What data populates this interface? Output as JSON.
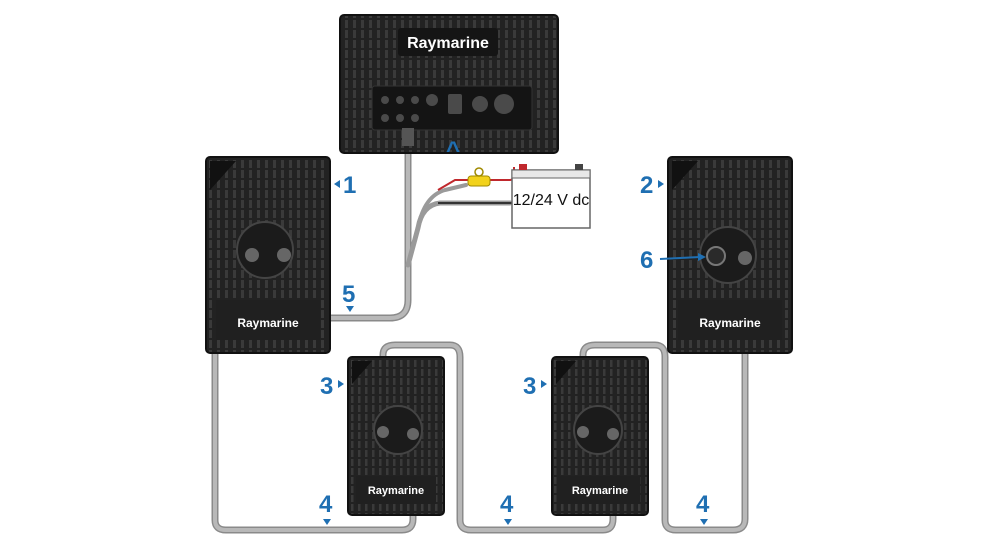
{
  "display": {
    "brand": "Raymarine"
  },
  "battery": {
    "label": "12/24 V dc"
  },
  "modules": [
    {
      "brand": "Raymarine"
    },
    {
      "brand": "Raymarine"
    },
    {
      "brand": "Raymarine"
    },
    {
      "brand": "Raymarine"
    }
  ],
  "callouts": [
    "1",
    "2",
    "3",
    "3",
    "4",
    "4",
    "4",
    "5",
    "6"
  ],
  "colors": {
    "callout": "#1f6fb2",
    "cable": "#9c9c9c",
    "unit": "#1e1e1e",
    "fuse": "#f2d21b",
    "wire_red": "#c0282d"
  }
}
